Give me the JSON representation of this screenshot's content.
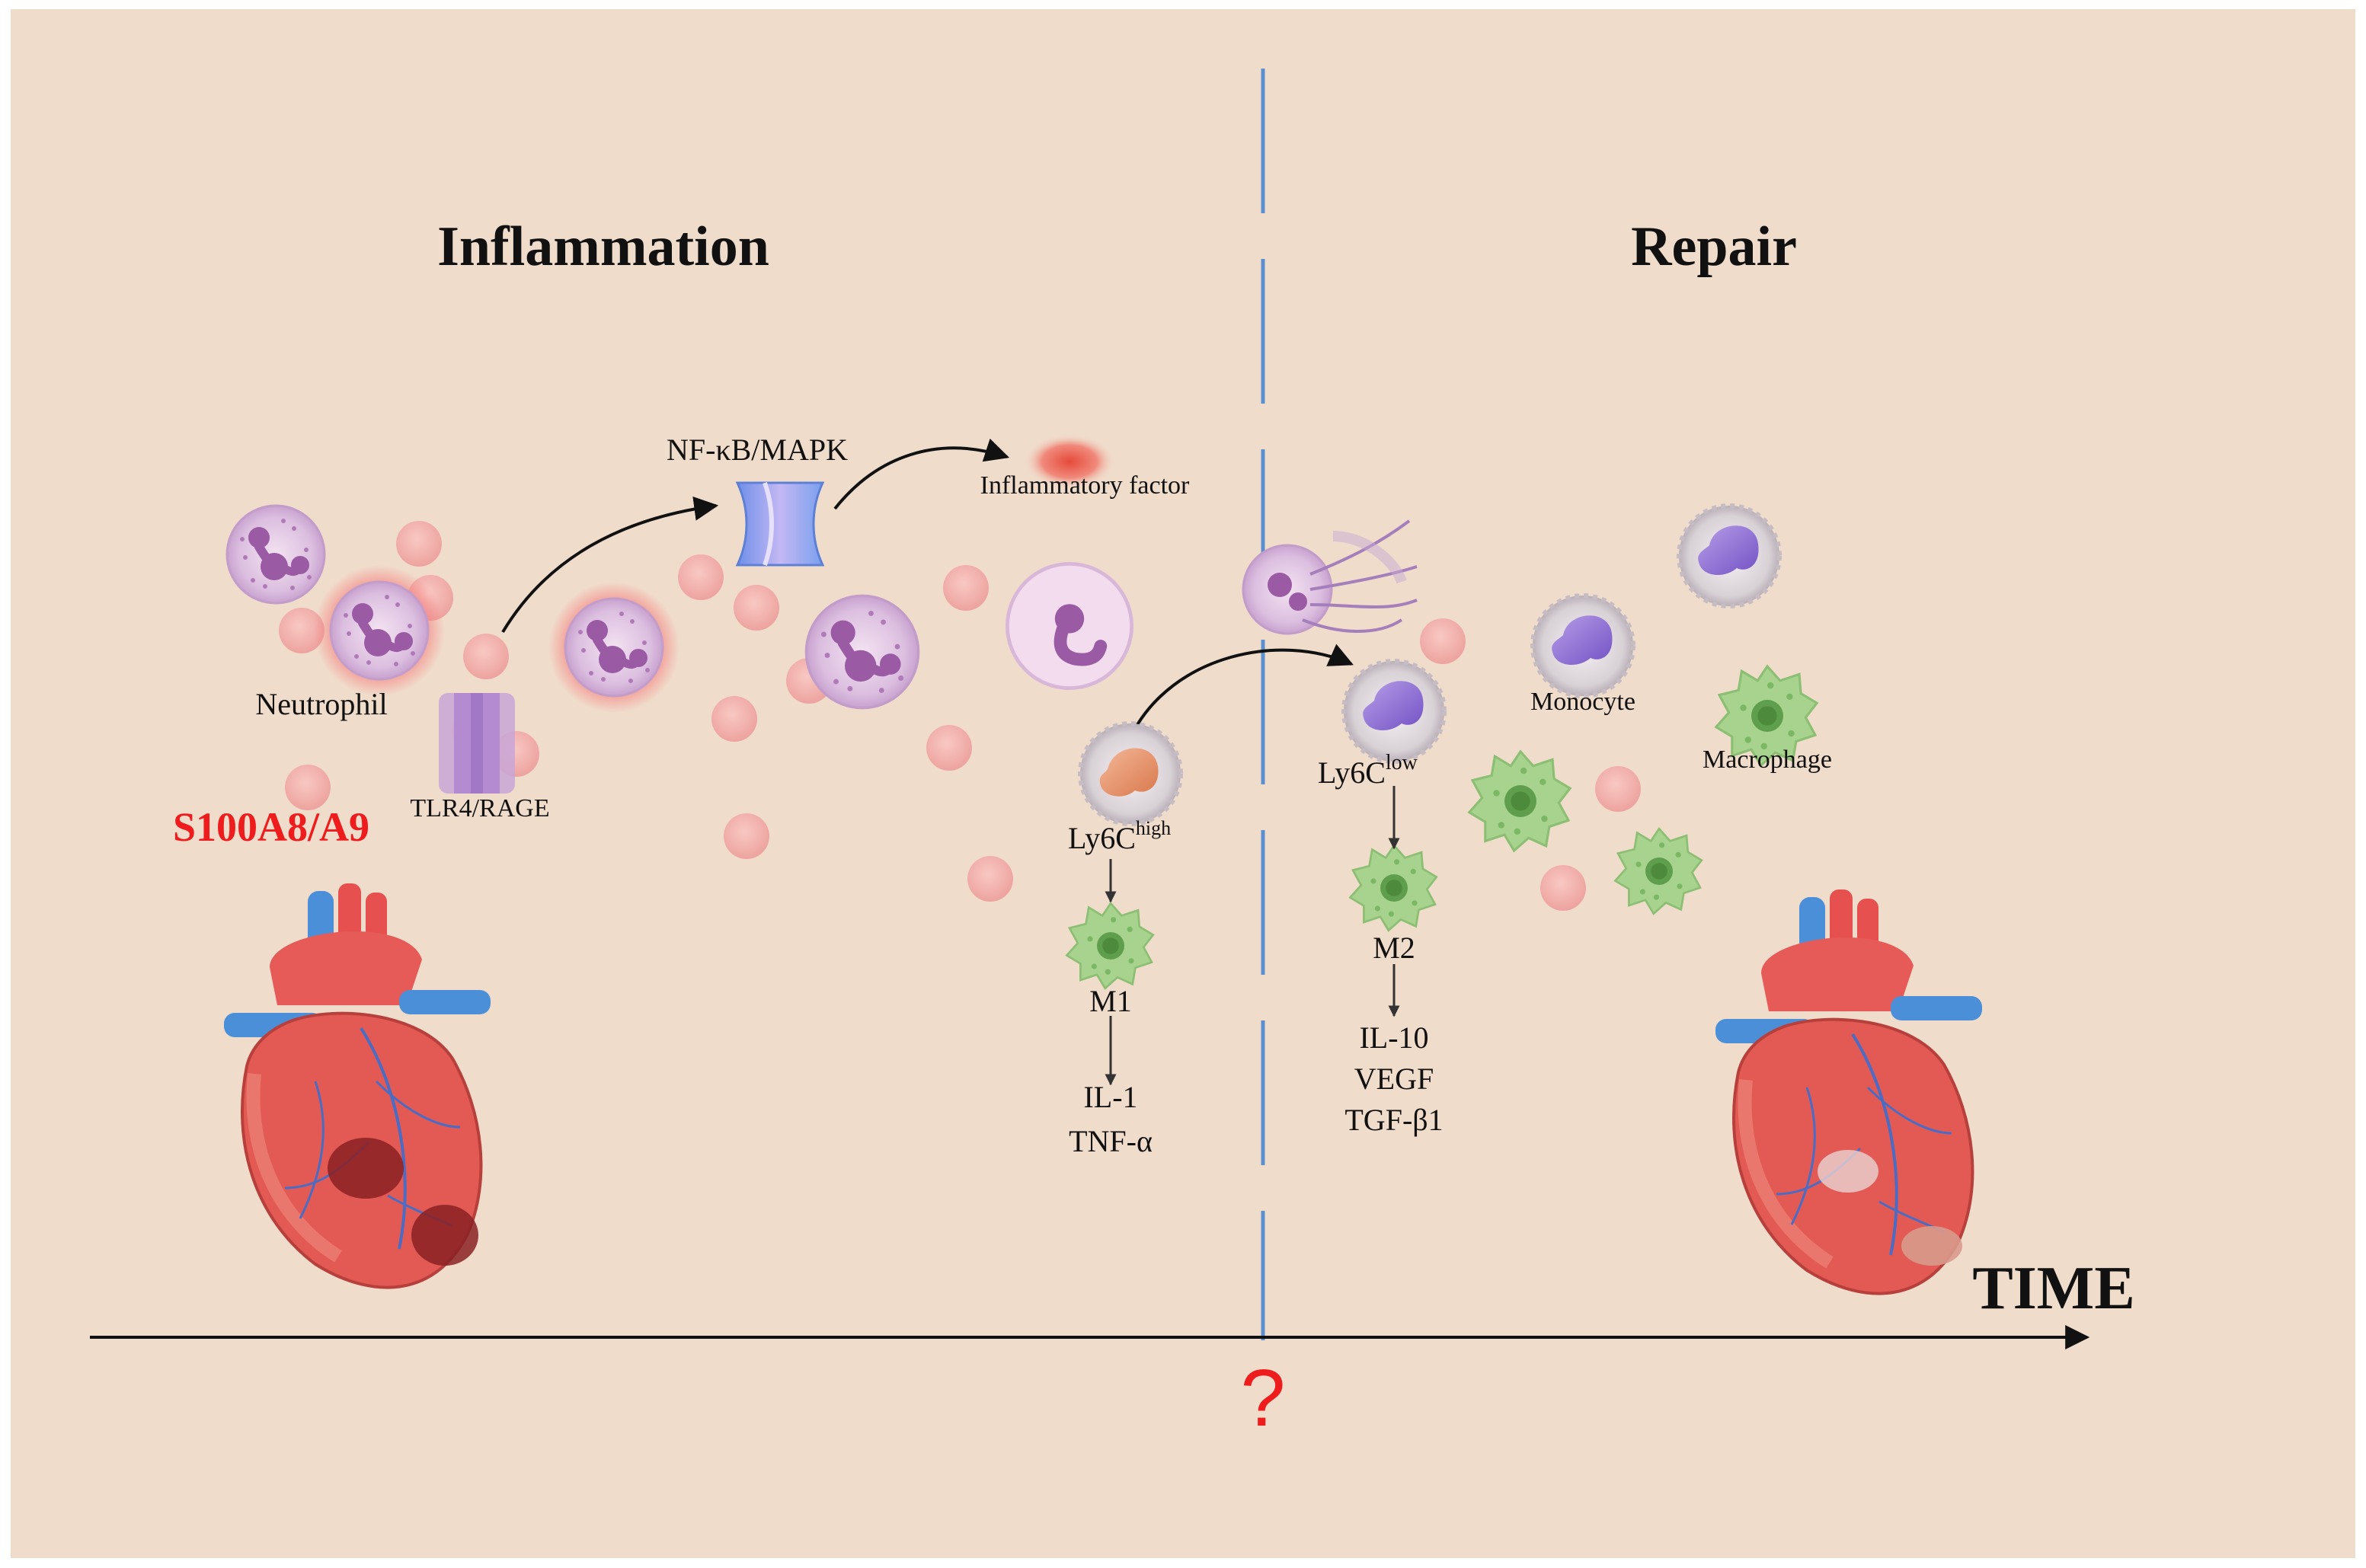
{
  "sections": {
    "inflammation": "Inflammation",
    "repair": "Repair"
  },
  "labels": {
    "neutrophil": "Neutrophil",
    "tlr4_rage": "TLR4/RAGE",
    "s100": "S100A8/A9",
    "nfkb_mapk": "NF-κB/MAPK",
    "inflammatory_factor": "Inflammatory factor",
    "ly6c": "Ly6C",
    "ly6c_high_sup": "high",
    "ly6c_low_sup": "low",
    "monocyte": "Monocyte",
    "macrophage": "Macrophage",
    "m1": "M1",
    "m2": "M2",
    "m1_products": [
      "IL-1",
      "TNF-α"
    ],
    "m2_products": [
      "IL-10",
      "VEGF",
      "TGF-β1"
    ],
    "time": "TIME",
    "question": "?"
  },
  "colors": {
    "background": "#f0dccb",
    "accent_red": "#ee1c1c",
    "divider_blue": "#5b8fd0",
    "neutrophil_purple": "#b07ab8",
    "macrophage_green": "#9fcf86",
    "droplet_pink": "#f3b1ad"
  },
  "icons": [
    "neutrophil-cell-icon",
    "receptor-icon",
    "monocyte-icon",
    "macrophage-icon",
    "heart-icon"
  ]
}
